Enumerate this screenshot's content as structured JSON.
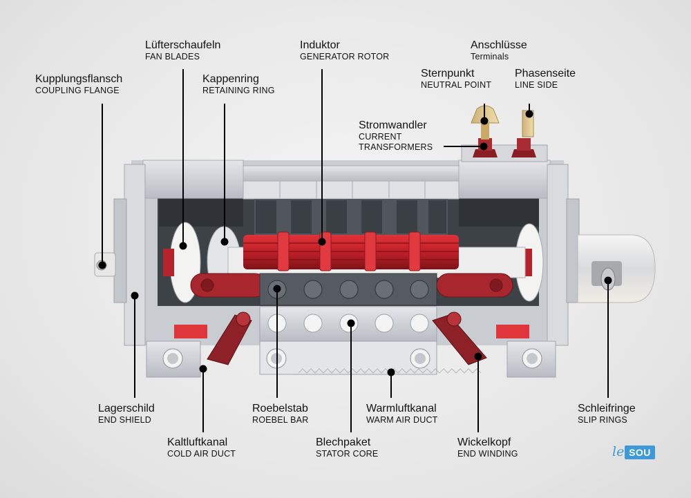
{
  "labels": {
    "coupling_flange": {
      "de": "Kupplungsflansch",
      "en": "COUPLING FLANGE"
    },
    "fan_blades": {
      "de": "Lüfterschaufeln",
      "en": "FAN BLADES"
    },
    "retaining_ring": {
      "de": "Kappenring",
      "en": "RETAINING RING"
    },
    "generator_rotor": {
      "de": "Induktor",
      "en": "GENERATOR ROTOR"
    },
    "terminals": {
      "de": "Anschlüsse",
      "en": "Terminals"
    },
    "neutral_point": {
      "de": "Sternpunkt",
      "en": "NEUTRAL POINT"
    },
    "line_side": {
      "de": "Phasenseite",
      "en": "LINE SIDE"
    },
    "current_transformers": {
      "de": "Stromwandler",
      "en": "CURRENT TRANSFORMERS"
    },
    "end_shield": {
      "de": "Lagerschild",
      "en": "END SHIELD"
    },
    "cold_air_duct": {
      "de": "Kaltluftkanal",
      "en": "COLD AIR DUCT"
    },
    "roebel_bar": {
      "de": "Roebelstab",
      "en": "ROEBEL BAR"
    },
    "stator_core": {
      "de": "Blechpaket",
      "en": "STATOR CORE"
    },
    "warm_air_duct": {
      "de": "Warmluftkanal",
      "en": "WARM AIR DUCT"
    },
    "end_winding": {
      "de": "Wickelkopf",
      "en": "END WINDING"
    },
    "slip_rings": {
      "de": "Schleifringe",
      "en": "SLIP RINGS"
    }
  },
  "logo": {
    "prefix": "le",
    "name": "SOU"
  },
  "colors": {
    "accent": "#3e9ad6",
    "rotor_red": "#c8222b",
    "dark_red": "#8a1e22",
    "brick_grey": "#d2d4d8",
    "dark_grey": "#4e5358"
  }
}
